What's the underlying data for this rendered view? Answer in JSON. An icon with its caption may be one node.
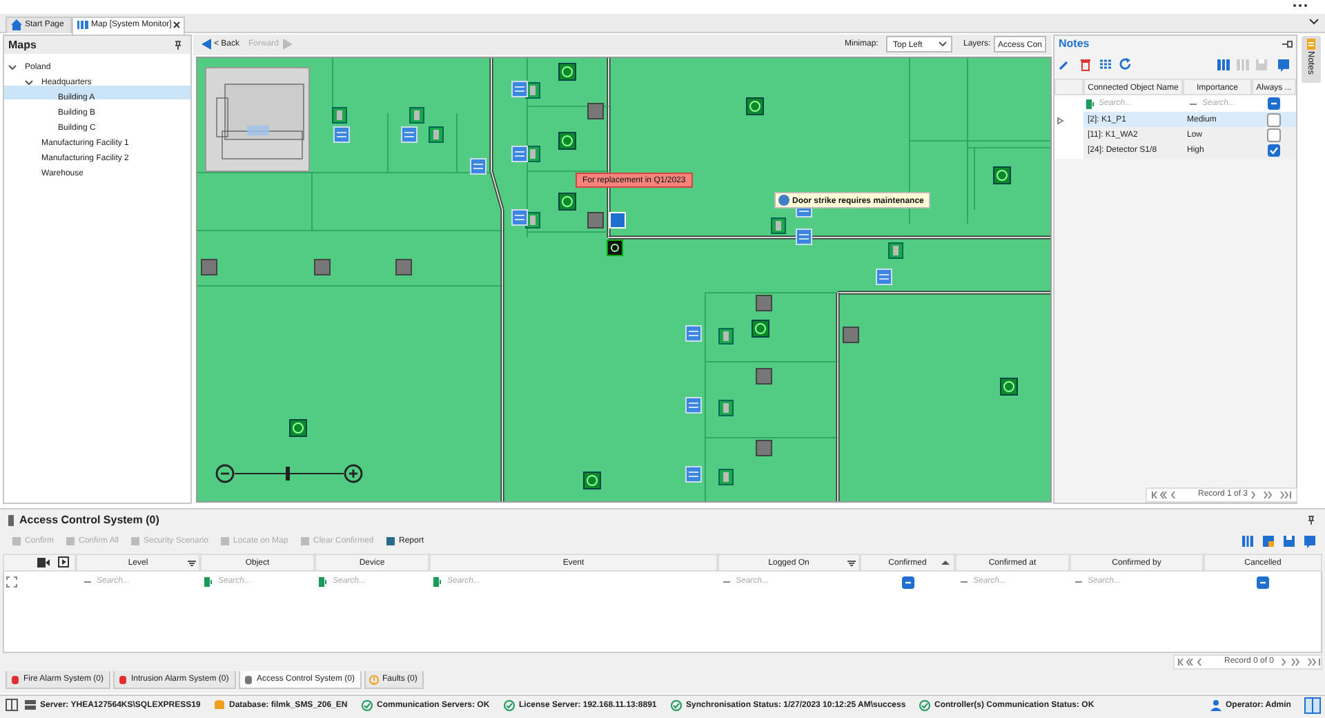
{
  "diagram": {
    "labels": [
      "Start Page",
      "Map [System Monitor]",
      "Maps",
      "Poland",
      "Headquarters",
      "Building A",
      "Building B",
      "Building C",
      "Manufacturing Facility 1",
      "Manufacturing Facility 2",
      "Warehouse",
      "< Back",
      "Forward",
      "Minimap:",
      "Top Left",
      "Layers:",
      "Access Con",
      "For replacement in Q1/2023",
      "Door strike requires maintenance",
      "Notes",
      "Connected Object Name",
      "Importance",
      "Always ...",
      "Search...",
      "Search...",
      "[2]: K1_P1",
      "Medium",
      "[11]: K1_WA2",
      "Low",
      "[24]: Detector S1/8",
      "High",
      "Record 1 of 3",
      "Notes",
      "Access Control System (0)",
      "Confirm",
      "Confirm All",
      "Security Scenario",
      "Locate on Map",
      "Clear Confirmed",
      "Report",
      "Level",
      "Object",
      "Device",
      "Event",
      "Logged On",
      "Confirmed",
      "Confirmed at",
      "Confirmed by",
      "Cancelled",
      "Search...",
      "Search...",
      "Search...",
      "Search...",
      "Search...",
      "Search...",
      "Search...",
      "Record 0 of 0",
      "Fire Alarm System (0)",
      "Intrusion Alarm System (0)",
      "Access Control System (0)",
      "Faults (0)",
      "Server: YHEA127564KS\\SQLEXPRESS19",
      "Database: filmk_SMS_206_EN",
      "Communication Servers: OK",
      "License Server: 192.168.11.13:8891",
      "Synchronisation Status: 1/27/2023 10:12:25 AM\\success",
      "Controller(s) Communication Status: OK",
      "Operator: Admin"
    ]
  }
}
